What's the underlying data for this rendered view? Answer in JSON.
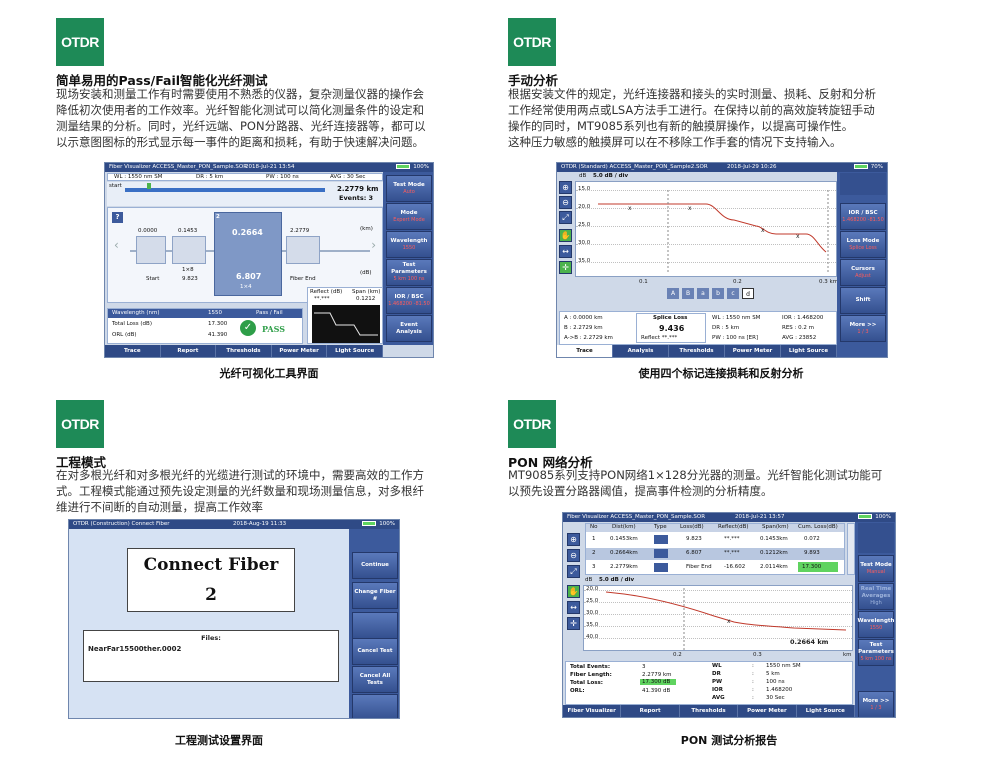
{
  "badge_label": "OTDR",
  "sections": {
    "s1": {
      "title": "简单易用的Pass/Fail智能化光纤测试",
      "lines": [
        "现场安装和测量工作有时需要使用不熟悉的仪器，复杂测量仪器的操作会",
        "降低初次使用者的工作效率。光纤智能化测试可以简化测量条件的设定和",
        "测量结果的分析。同时，光纤远端、PON分路器、光纤连接器等，都可以",
        "以示意图图标的形式显示每一事件的距离和损耗，有助于快速解决问题。"
      ],
      "caption": "光纤可视化工具界面"
    },
    "s2": {
      "title": "手动分析",
      "lines": [
        "根据安装文件的规定，光纤连接器和接头的实时测量、损耗、反射和分析",
        "工作经常使用两点或LSA方法手工进行。在保持以前的高效旋转旋钮手动",
        "操作的同时，MT9085系列也有新的触摸屏操作，以提高可操作性。",
        "这种压力敏感的触摸屏可以在不移除工作手套的情况下支持输入。"
      ],
      "caption": "使用四个标记连接损耗和反射分析"
    },
    "s3": {
      "title": "工程模式",
      "lines": [
        "在对多根光纤和对多根光纤的光缆进行测试的环境中，需要高效的工作方",
        "式。工程模式能通过预先设定测量的光纤数量和现场测量信息，对多根纤",
        "维进行不间断的自动测量，提高工作效率"
      ],
      "caption": "工程测试设置界面"
    },
    "s4": {
      "title": "PON 网络分析",
      "lines": [
        "MT9085系列支持PON网络1×128分光器的测量。光纤智能化测试功能可",
        "以预先设置分路器阈值，提高事件检测的分析精度。"
      ],
      "caption": "PON 测试分析报告"
    }
  },
  "screen1": {
    "title": "Fiber Visualizer ACCESS_Master_PON_Sample.SOR",
    "date": "2018-Jul-21 13:54",
    "battery": "100%",
    "params": [
      "WL : 1550 nm SM",
      "DR : 5 km",
      "PW : 100 ns",
      "AVG : 30 Sec"
    ],
    "start_label": "start",
    "distance": "2.2779 km",
    "events": "Events: 3",
    "help": "?",
    "unit_km": "(km)",
    "unit_db": "(dB)",
    "dist_vals": [
      "0.0000",
      "0.1453",
      "0.2664",
      "2.2779"
    ],
    "center_num": "2",
    "splitter_left": "1×8",
    "splitter_center": "1×4",
    "loss_vals": [
      "9.823",
      "6.807"
    ],
    "event_labels": [
      "Start",
      "Fiber End"
    ],
    "table_headers": [
      "Wavelength (nm)",
      "1550",
      "Pass / Fail"
    ],
    "table_rows": [
      {
        "label": "Total Loss (dB)",
        "value": "17.300"
      },
      {
        "label": "ORL (dB)",
        "value": "41.390"
      }
    ],
    "pass": "PASS",
    "reflect_label": "Reflect (dB)",
    "reflect_val": "**.***",
    "span_label": "Span (km)",
    "span_val": "0.1212",
    "right_buttons": [
      {
        "label": "Test Mode",
        "sub": "Auto"
      },
      {
        "label": "Mode",
        "sub": "Expert Mode"
      },
      {
        "label": "Wavelength",
        "sub": "1550"
      },
      {
        "label": "Test Parameters",
        "sub": "5 km 100 ns"
      },
      {
        "label": "IOR / BSC",
        "sub": "1.468200 -81.50"
      },
      {
        "label": "Event Analysis",
        "sub": ""
      }
    ],
    "bottom_tabs": [
      "Trace",
      "Report",
      "Thresholds",
      "Power Meter",
      "Light Source"
    ]
  },
  "screen2": {
    "title": "OTDR (Standard) ACCESS_Master_PON_Sample2.SOR",
    "date": "2018-Jul-29 10:26",
    "battery": "70%",
    "scale_db": "dB",
    "scale": "5.0 dB / div",
    "y_ticks": [
      "15.0",
      "20.0",
      "25.0",
      "30.0",
      "35.0"
    ],
    "x_ticks": [
      "0.1",
      "0.2",
      "0.3 km"
    ],
    "markers": [
      "A",
      "B",
      "a",
      "b",
      "c",
      "d"
    ],
    "right_buttons": [
      {
        "label": "IOR / BSC",
        "sub": "1.468200 -81.50"
      },
      {
        "label": "Loss Mode",
        "sub": "Splice Loss"
      },
      {
        "label": "Cursors",
        "sub": "Adjust"
      },
      {
        "label": "Shift",
        "sub": ""
      },
      {
        "label": "More >>",
        "sub": "1 / 3"
      }
    ],
    "info": {
      "a": "A : 0.0000 km",
      "b": "B : 2.2729 km",
      "ab": "A->B : 2.2729 km",
      "splice_label": "Splice Loss",
      "splice_val": "9.436",
      "reflect": "Reflect **.***",
      "wl": "WL : 1550 nm SM",
      "dr": "DR : 5 km",
      "pw": "PW : 100 ns [ER]",
      "ior": "IOR : 1.468200",
      "res": "RES : 0.2 m",
      "avg": "AVG : 23852"
    },
    "bottom_tabs": [
      "Trace",
      "Analysis",
      "Thresholds",
      "Power Meter",
      "Light Source"
    ]
  },
  "screen3": {
    "title": "OTDR (Construction) Connect Fiber",
    "date": "2018-Aug-19 11:33",
    "battery": "100%",
    "connect": "Connect Fiber",
    "number": "2",
    "files_label": "Files:",
    "file_name": "NearFar15500ther.0002",
    "right_buttons": [
      {
        "label": "Continue",
        "sub": ""
      },
      {
        "label": "Change Fiber #",
        "sub": ""
      },
      {
        "label": "",
        "sub": ""
      },
      {
        "label": "Cancel Test",
        "sub": ""
      },
      {
        "label": "Cancel All Tests",
        "sub": ""
      },
      {
        "label": "",
        "sub": ""
      }
    ]
  },
  "screen4": {
    "title": "Fiber Visualizer ACCESS_Master_PON_Sample.SOR",
    "date": "2018-Jul-21 13:57",
    "battery": "100%",
    "table_headers": [
      "No",
      "Dist(km)",
      "Type",
      "Loss(dB)",
      "Reflect(dB)",
      "Span(km)",
      "Cum. Loss(dB)"
    ],
    "rows": [
      [
        "1",
        "0.1453km",
        "",
        "9.823",
        "**.***",
        "0.1453km",
        "0.072"
      ],
      [
        "2",
        "0.2664km",
        "",
        "6.807",
        "**.***",
        "0.1212km",
        "9.893"
      ],
      [
        "3",
        "2.2779km",
        "",
        "Fiber End",
        "-16.602",
        "2.0114km",
        "17.300"
      ]
    ],
    "scale_db": "dB",
    "scale": "5.0 dB / div",
    "y_ticks": [
      "20.0",
      "25.0",
      "30.0",
      "35.0",
      "40.0"
    ],
    "x_ticks": [
      "0.2",
      "0.3"
    ],
    "x_unit": "km",
    "cursor_dist": "0.2664 km",
    "summary": [
      {
        "label": "Total Events:",
        "value": "3"
      },
      {
        "label": "Fiber Length:",
        "value": "2.2779 km"
      },
      {
        "label": "Total Loss:",
        "value": "17.300 dB"
      },
      {
        "label": "ORL:",
        "value": "41.390 dB"
      }
    ],
    "params": [
      {
        "label": "WL",
        "value": "1550 nm SM"
      },
      {
        "label": "DR",
        "value": "5 km"
      },
      {
        "label": "PW",
        "value": "100 ns"
      },
      {
        "label": "IOR",
        "value": "1.468200"
      },
      {
        "label": "AVG",
        "value": "30 Sec"
      }
    ],
    "right_buttons": [
      {
        "label": "Test Mode",
        "sub": "Manual"
      },
      {
        "label": "Real Time Averages",
        "sub": "High"
      },
      {
        "label": "Wavelength",
        "sub": "1550"
      },
      {
        "label": "Test Parameters",
        "sub": "5 km 100 ns"
      },
      {
        "label": "More >>",
        "sub": "1 / 3"
      }
    ],
    "bottom_tabs": [
      "Fiber Visualizer",
      "Report",
      "Thresholds",
      "Power Meter",
      "Light Source"
    ]
  },
  "colors": {
    "badge": "#1e8a57",
    "panel": "#3c5a9c",
    "pass": "#2e9e48",
    "trace": "#c0392b",
    "highlight": "#5fd35f"
  }
}
